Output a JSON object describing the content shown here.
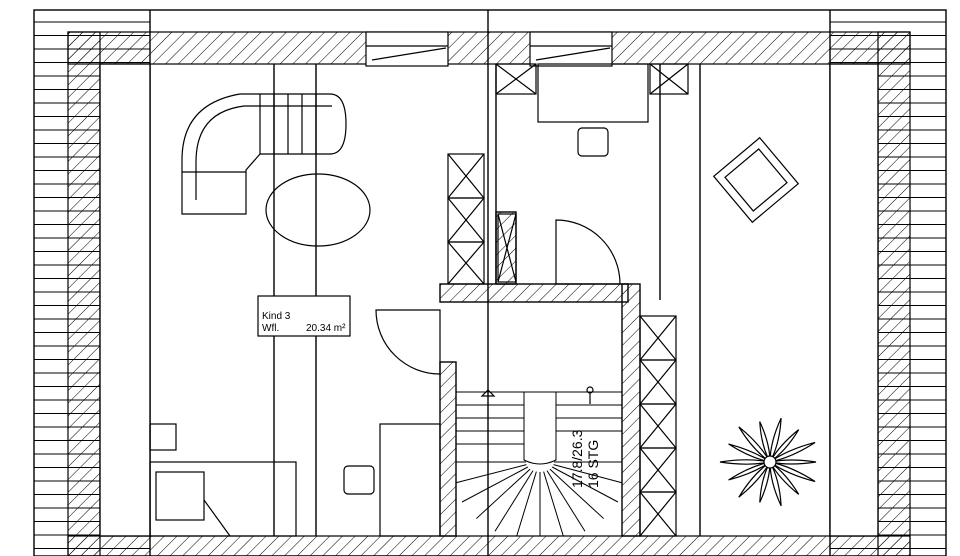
{
  "room": {
    "name": "Kind 3",
    "area_label": "Wfl.",
    "area_value": "20.34 m²"
  },
  "stair": {
    "rise_run": "17.8/26.3",
    "steps": "16 STG"
  }
}
